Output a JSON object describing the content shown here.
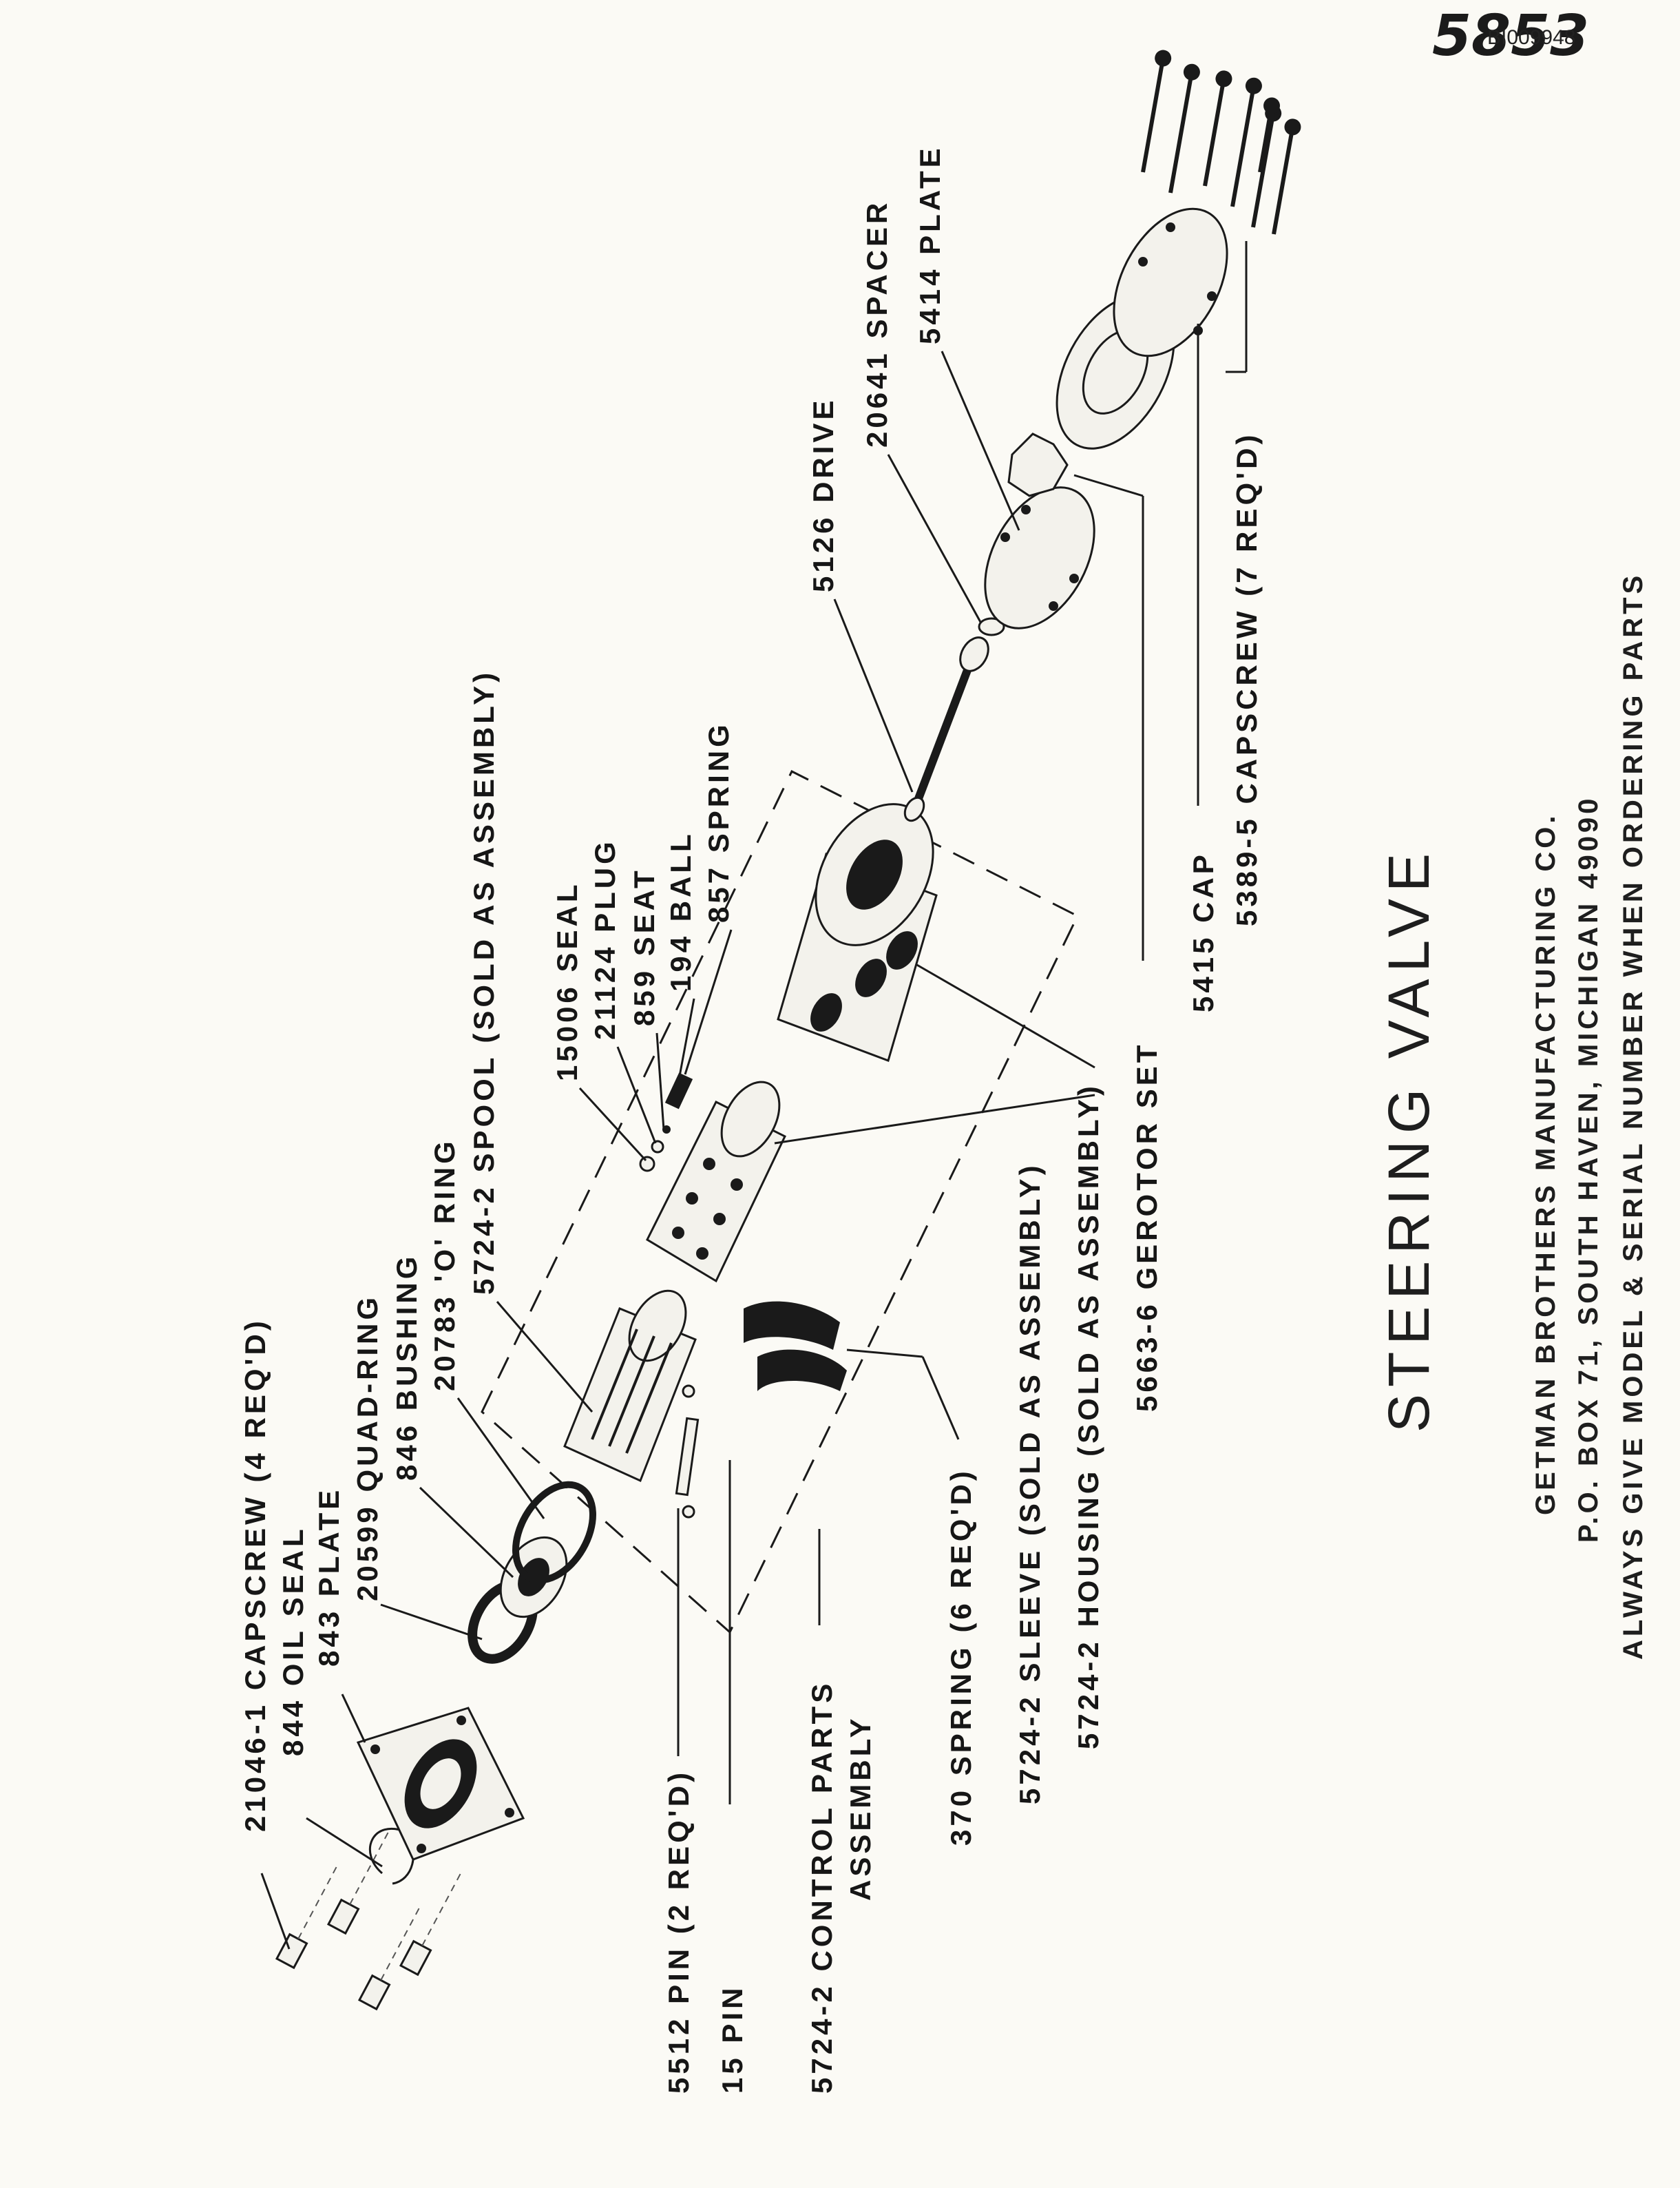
{
  "document": {
    "page_number": "5853",
    "stamp_id": "BI009948",
    "title": "STEERING VALVE",
    "footer": {
      "company": "GETMAN BROTHERS MANUFACTURING CO.",
      "address": "P.O. BOX 71, SOUTH HAVEN, MICHIGAN 49090",
      "note": "ALWAYS GIVE MODEL & SERIAL NUMBER WHEN ORDERING PARTS"
    }
  },
  "labels": {
    "capscrew_4": "21046-1 CAPSCREW (4 REQ'D)",
    "oil_seal": "844 OIL SEAL",
    "plate_843": "843 PLATE",
    "quad_ring": "20599 QUAD-RING",
    "bushing": "846 BUSHING",
    "o_ring": "20783 'O' RING",
    "spool": "5724-2 SPOOL (SOLD AS ASSEMBLY)",
    "seal": "15006 SEAL",
    "plug": "21124 PLUG",
    "seat": "859 SEAT",
    "ball": "194 BALL",
    "spring_857": "857 SPRING",
    "drive": "5126 DRIVE",
    "spacer": "20641 SPACER",
    "plate_5414": "5414 PLATE",
    "pin_2": "5512 PIN (2 REQ'D)",
    "pin_15": "15 PIN",
    "control_1": "5724-2 CONTROL PARTS",
    "control_2": "ASSEMBLY",
    "spring_370": "370 SPRING (6 REQ'D)",
    "sleeve": "5724-2 SLEEVE (SOLD AS ASSEMBLY)",
    "housing": "5724-2 HOUSING (SOLD AS ASSEMBLY)",
    "gerotor": "5663-6 GEROTOR SET",
    "cap": "5415 CAP",
    "capscrew_7": "5389-5 CAPSCREW (7 REQ'D)"
  }
}
